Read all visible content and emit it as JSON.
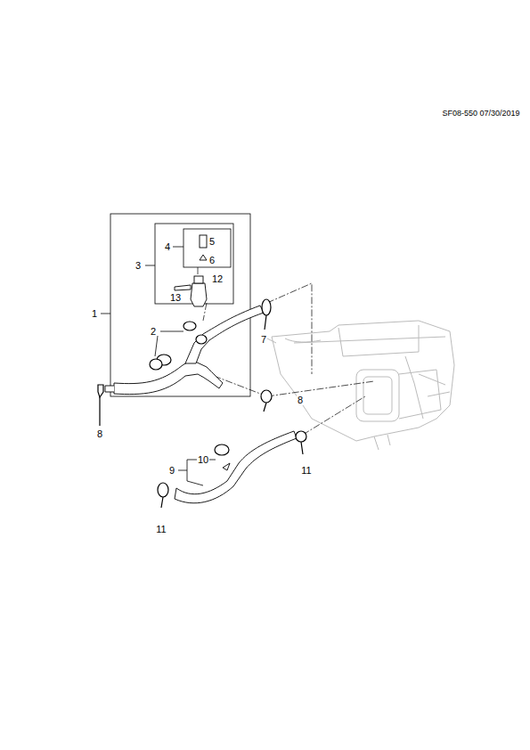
{
  "diagram": {
    "labels": [
      "SF08-550 07/30/2019",
      "4",
      "5",
      "6",
      "3",
      "12",
      "13",
      "1",
      "2",
      "7",
      "8",
      "8",
      "10",
      "9",
      "11",
      "11"
    ]
  }
}
